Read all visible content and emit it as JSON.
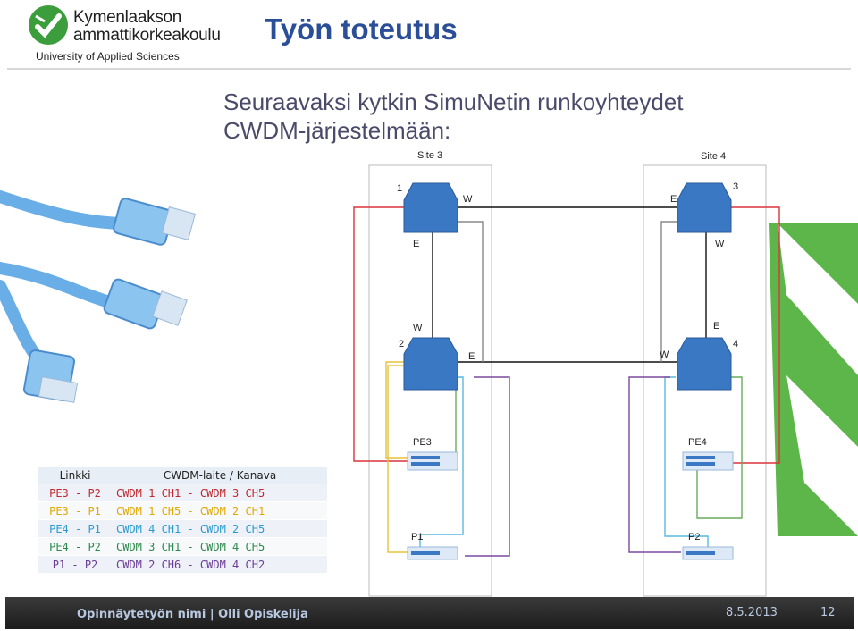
{
  "logo": {
    "name": "Kymenlaakson ammattikorkeakoulu",
    "name_line1": "Kymenlaakson",
    "name_line2": "ammattikorkeakoulu",
    "subtitle": "University of Applied Sciences",
    "color": "#3c9d3c"
  },
  "slide": {
    "title": "Työn toteutus",
    "intro_line1": "Seuraavaksi kytkin SimuNetin runkoyhteydet",
    "intro_line2": "CWDM-järjestelmään:"
  },
  "table": {
    "headers": [
      "Linkki",
      "CWDM-laite / Kanava"
    ],
    "rows": [
      {
        "link": "PE3 - P2",
        "device": "CWDM 1 CH1 - CWDM 3 CH5",
        "color": "#c0282d"
      },
      {
        "link": "PE3 - P1",
        "device": "CWDM 1 CH5 - CWDM 2 CH1",
        "color": "#e0a800"
      },
      {
        "link": "PE4 - P1",
        "device": "CWDM 4 CH1 - CWDM 2 CH5",
        "color": "#2a9ad0"
      },
      {
        "link": "PE4 - P2",
        "device": "CWDM 3 CH1 - CWDM 4 CH5",
        "color": "#2a8a4a"
      },
      {
        "link": "P1 - P2",
        "device": "CWDM 2 CH6 - CWDM 4 CH2",
        "color": "#6b3c96"
      }
    ]
  },
  "diagram": {
    "site3": "Site 3",
    "site4": "Site 4",
    "cwdm": [
      {
        "num": "1",
        "w": "W",
        "e": "E"
      },
      {
        "num": "2",
        "w": "W",
        "e": "E"
      },
      {
        "num": "3",
        "w": "W",
        "e": "E"
      },
      {
        "num": "4",
        "w": "W",
        "e": "E"
      }
    ],
    "switches": [
      "PE3",
      "P1",
      "PE4",
      "P2"
    ],
    "colors": {
      "red": "#d9343a",
      "yellow": "#e8c23a",
      "blue": "#5ab8e0",
      "green": "#6aab5a",
      "purple": "#7a4aa0",
      "mux": "#3a78c4"
    }
  },
  "footer": {
    "left": "Opinnäytetyön nimi | Olli Opiskelija",
    "date": "8.5.2013",
    "page": "12"
  }
}
